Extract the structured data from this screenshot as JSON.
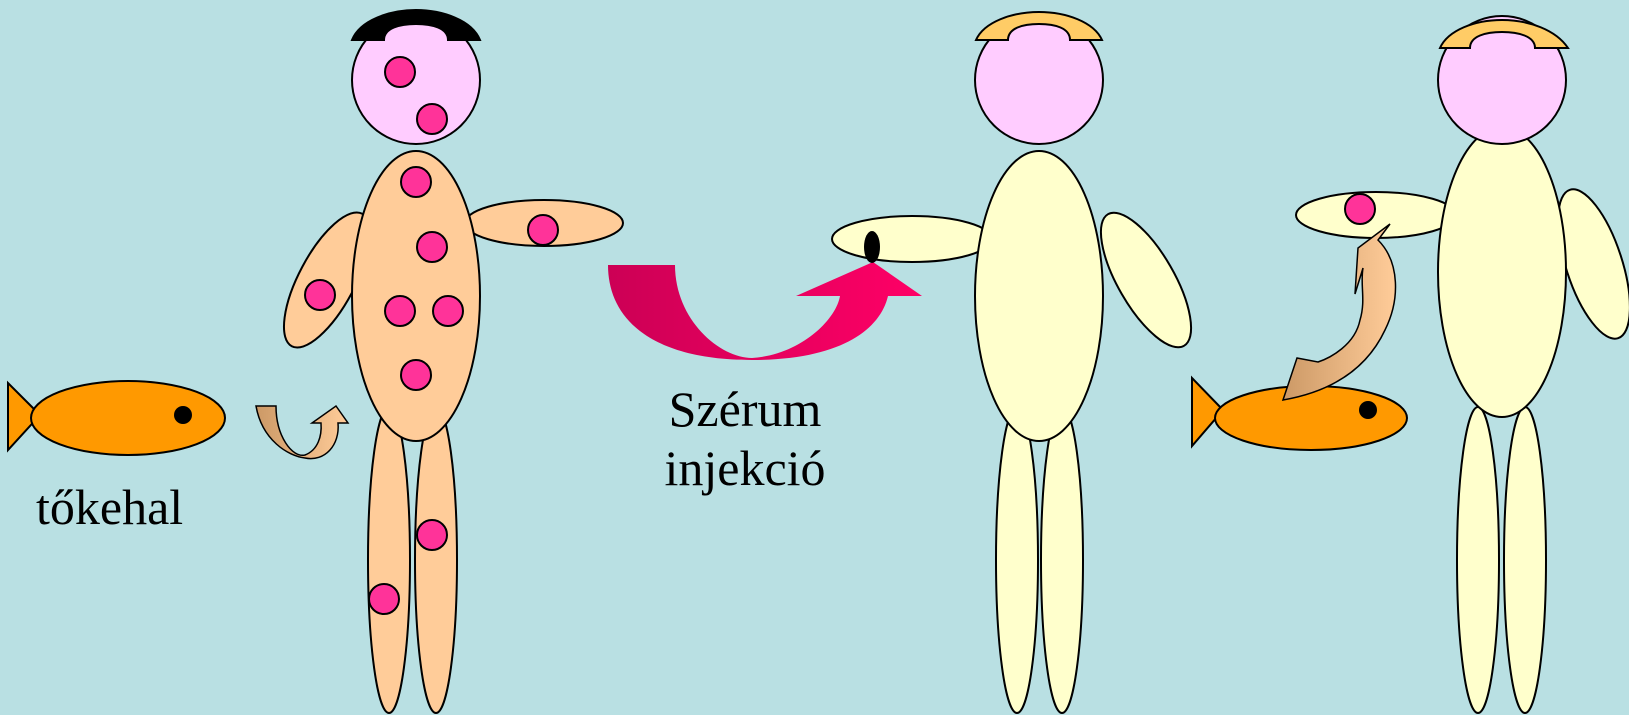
{
  "fish_label": "tőkehal",
  "serum_label": [
    "Szérum",
    "injekció"
  ],
  "colors": {
    "background": "#b9e0e3",
    "head": "#ffccff",
    "infected_body": "#ffcc99",
    "healthy_body": "#ffffcc",
    "fish": "#ff9900",
    "infection_dot": "#ff3399",
    "injection_arrow": "#ff0066",
    "small_arrow": "#cc9966",
    "hat_sick": "#000000",
    "hat_healthy": "#ffcc66"
  },
  "icons": [
    "fish-icon",
    "curved-arrow-icon",
    "injection-arrow-icon",
    "syringe-tip-icon",
    "person-figure-icon"
  ]
}
